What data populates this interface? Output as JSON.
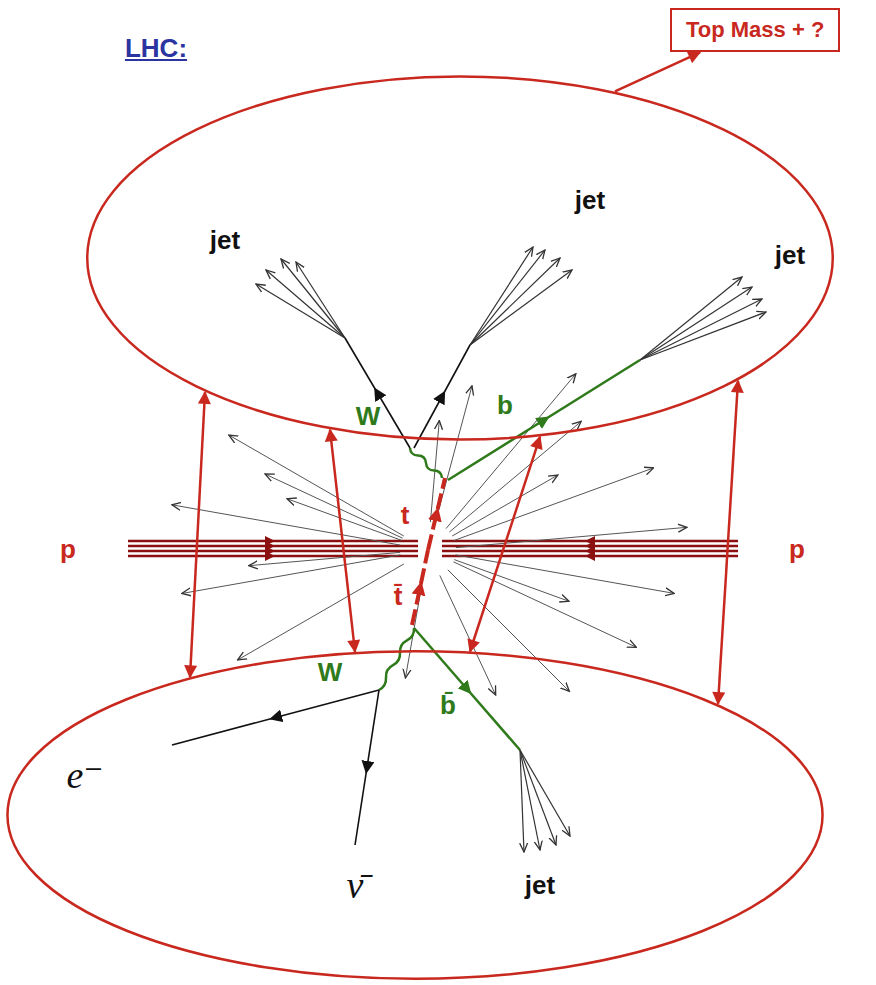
{
  "diagram": {
    "nodes": [
      {
        "text": [
          "Top Mass + ?"
        ]
      },
      {
        "text": [
          "jet",
          "jet",
          "jet",
          "W",
          "b"
        ]
      },
      {
        "text": [
          "W",
          "b̄",
          "e⁻",
          "ν̄",
          "jet"
        ]
      }
    ],
    "edges": [
      {
        "from": 1,
        "to": 0,
        "arrow": "to"
      },
      {
        "from": 1,
        "to": 2,
        "arrow": "both"
      },
      {
        "from": 1,
        "to": 2,
        "arrow": "both"
      },
      {
        "from": 1,
        "to": 2,
        "arrow": "both"
      },
      {
        "from": 1,
        "to": 2,
        "arrow": "both"
      }
    ],
    "labels": [
      "LHC:",
      "t",
      "t̄",
      "p",
      "p"
    ]
  }
}
